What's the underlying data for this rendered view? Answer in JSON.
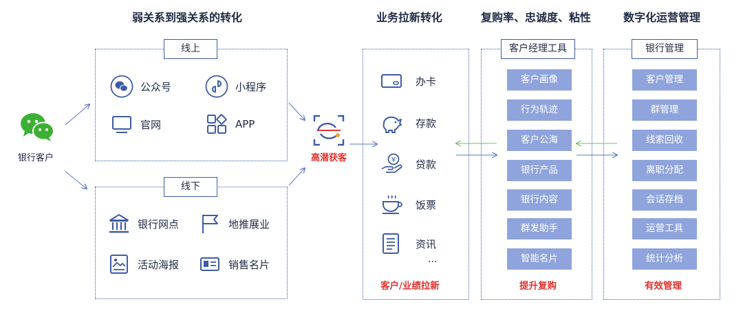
{
  "headers": {
    "weak_to_strong": "弱关系到强关系的转化",
    "conversion": "业务拉新转化",
    "loyalty": "复购率、忠诚度、粘性",
    "digital": "数字化运营管理"
  },
  "customer": {
    "label": "银行客户"
  },
  "online": {
    "tag": "线上",
    "items": [
      {
        "label": "公众号",
        "icon": "wechat-official-icon"
      },
      {
        "label": "小程序",
        "icon": "mini-program-icon"
      },
      {
        "label": "官网",
        "icon": "monitor-icon"
      },
      {
        "label": "APP",
        "icon": "app-grid-icon"
      }
    ]
  },
  "offline": {
    "tag": "线下",
    "items": [
      {
        "label": "银行网点",
        "icon": "bank-icon"
      },
      {
        "label": "地推展业",
        "icon": "flag-icon"
      },
      {
        "label": "活动海报",
        "icon": "poster-icon"
      },
      {
        "label": "销售名片",
        "icon": "business-card-icon"
      }
    ]
  },
  "hub": {
    "label": "高潜获客"
  },
  "services": {
    "items": [
      {
        "label": "办卡",
        "icon": "card-icon"
      },
      {
        "label": "存款",
        "icon": "piggy-bank-icon"
      },
      {
        "label": "贷款",
        "icon": "loan-hand-icon"
      },
      {
        "label": "饭票",
        "icon": "coffee-cup-icon"
      },
      {
        "label": "资讯",
        "icon": "document-icon"
      }
    ],
    "more": "...",
    "footer": "客户/业绩拉新"
  },
  "manager_tools": {
    "tag": "客户经理工具",
    "items": [
      "客户画像",
      "行为轨迹",
      "客户公海",
      "银行产品",
      "银行内容",
      "群发助手",
      "智能名片"
    ],
    "footer": "提升复购"
  },
  "bank_mgmt": {
    "tag": "银行管理",
    "items": [
      "客户管理",
      "群管理",
      "线索回收",
      "离职分配",
      "会话存档",
      "运营工具",
      "统计分析"
    ],
    "footer": "有效管理"
  },
  "colors": {
    "primary": "#3d5ba6",
    "pill": "#8fa4dc",
    "accent_red": "#e0342f",
    "wechat_green": "#3cb034",
    "arrow_green": "#6cc05a"
  }
}
